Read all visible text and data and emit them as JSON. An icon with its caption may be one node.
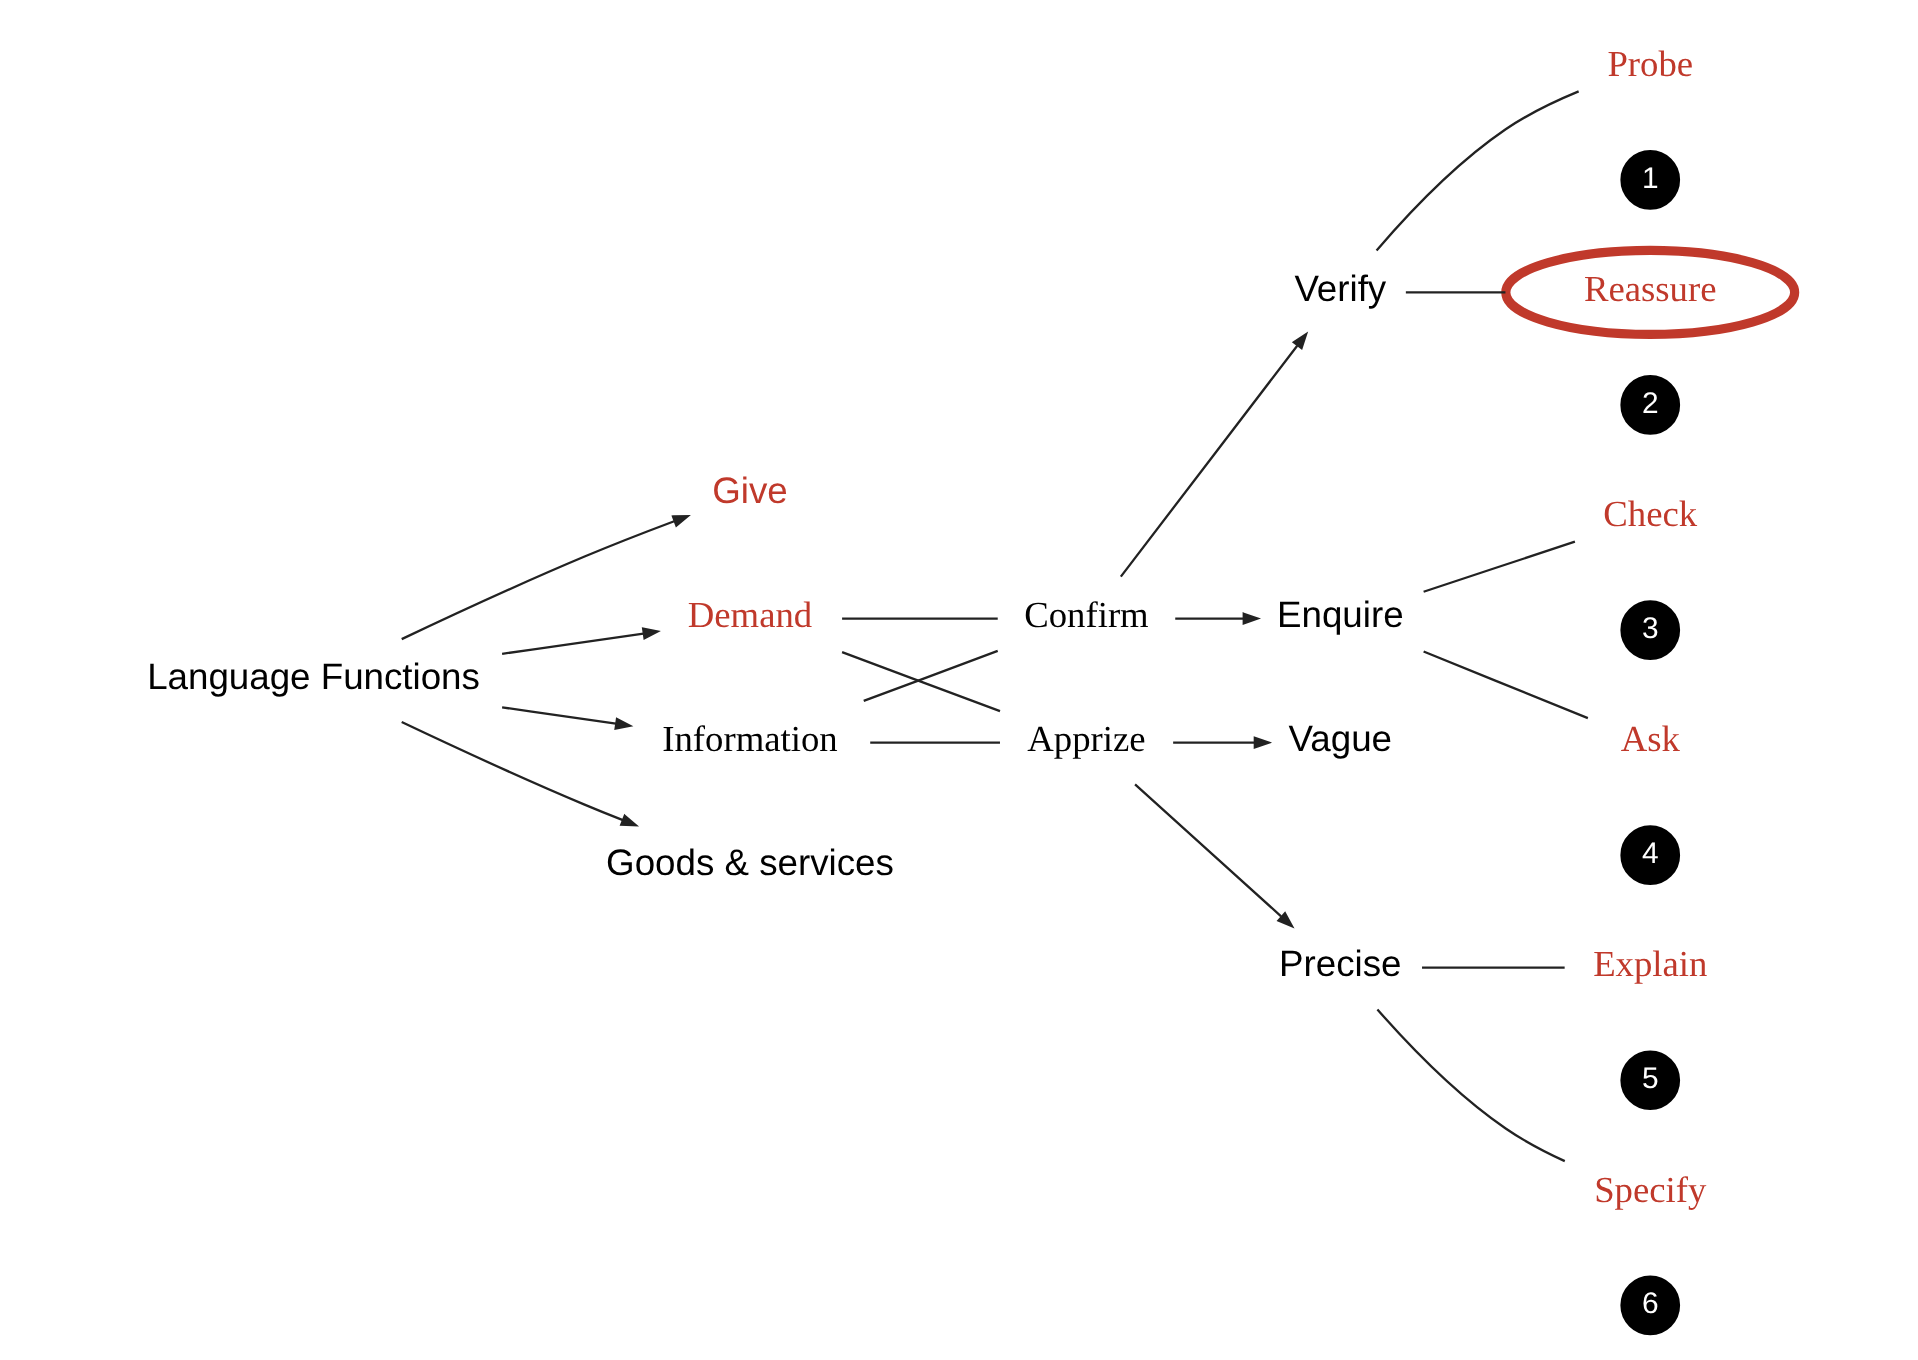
{
  "diagram": {
    "nodes": [
      {
        "text": [
          "Language Functions"
        ]
      },
      {
        "text": [
          "Give"
        ]
      },
      {
        "text": [
          "Demand"
        ]
      },
      {
        "text": [
          "Information"
        ]
      },
      {
        "text": [
          "Goods & services"
        ]
      },
      {
        "text": [
          "Confirm"
        ]
      },
      {
        "text": [
          "Apprize"
        ]
      },
      {
        "text": [
          "Verify"
        ]
      },
      {
        "text": [
          "Enquire"
        ]
      },
      {
        "text": [
          "Vague"
        ]
      },
      {
        "text": [
          "Precise"
        ]
      },
      {
        "text": [
          "Probe"
        ]
      },
      {
        "text": [
          "1"
        ]
      },
      {
        "text": [
          "Reassure"
        ]
      },
      {
        "text": [
          "2"
        ]
      },
      {
        "text": [
          "Check"
        ]
      },
      {
        "text": [
          "3"
        ]
      },
      {
        "text": [
          "Ask"
        ]
      },
      {
        "text": [
          "4"
        ]
      },
      {
        "text": [
          "Explain"
        ]
      },
      {
        "text": [
          "5"
        ]
      },
      {
        "text": [
          "Specify"
        ]
      },
      {
        "text": [
          "6"
        ]
      }
    ],
    "edges": [
      {
        "from": 0,
        "to": 1,
        "arrow": "to"
      },
      {
        "from": 0,
        "to": 2,
        "arrow": "to"
      },
      {
        "from": 0,
        "to": 3,
        "arrow": "to"
      },
      {
        "from": 0,
        "to": 4,
        "arrow": "to"
      },
      {
        "from": 2,
        "to": 5,
        "arrow": "none"
      },
      {
        "from": 2,
        "to": 6,
        "arrow": "none"
      },
      {
        "from": 3,
        "to": 5,
        "arrow": "none"
      },
      {
        "from": 3,
        "to": 6,
        "arrow": "none"
      },
      {
        "from": 5,
        "to": 7,
        "arrow": "to"
      },
      {
        "from": 5,
        "to": 8,
        "arrow": "to"
      },
      {
        "from": 6,
        "to": 9,
        "arrow": "to"
      },
      {
        "from": 6,
        "to": 10,
        "arrow": "to"
      },
      {
        "from": 7,
        "to": 11,
        "arrow": "none"
      },
      {
        "from": 7,
        "to": 13,
        "arrow": "none"
      },
      {
        "from": 8,
        "to": 15,
        "arrow": "none"
      },
      {
        "from": 8,
        "to": 17,
        "arrow": "none"
      },
      {
        "from": 10,
        "to": 19,
        "arrow": "none"
      },
      {
        "from": 10,
        "to": 21,
        "arrow": "none"
      }
    ]
  }
}
